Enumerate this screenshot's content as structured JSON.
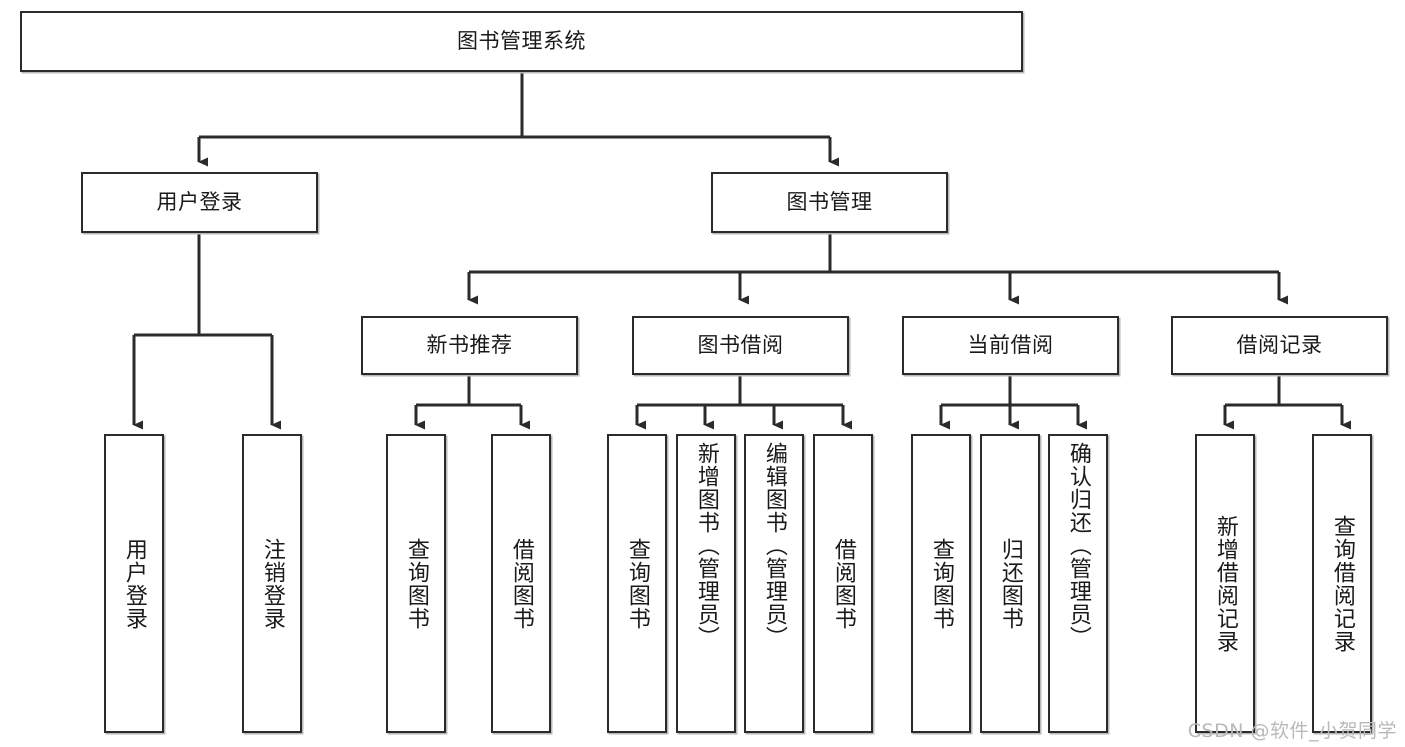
{
  "diagram": {
    "title": "图书管理系统",
    "type": "tree-hierarchy",
    "root": {
      "label": "图书管理系统"
    },
    "level2": [
      {
        "label": "用户登录"
      },
      {
        "label": "图书管理"
      }
    ],
    "level3": [
      {
        "label": "新书推荐"
      },
      {
        "label": "图书借阅"
      },
      {
        "label": "当前借阅"
      },
      {
        "label": "借阅记录"
      }
    ],
    "leaves": {
      "user_login": [
        {
          "label": "用户登录"
        },
        {
          "label": "注销登录"
        }
      ],
      "new_book_recommend": [
        {
          "label": "查询图书"
        },
        {
          "label": "借阅图书"
        }
      ],
      "book_borrow": [
        {
          "label": "查询图书"
        },
        {
          "label": "新增图书（管理员）"
        },
        {
          "label": "编辑图书（管理员）"
        },
        {
          "label": "借阅图书"
        }
      ],
      "current_borrow": [
        {
          "label": "查询图书"
        },
        {
          "label": "归还图书"
        },
        {
          "label": "确认归还（管理员）"
        }
      ],
      "borrow_record": [
        {
          "label": "新增借阅记录"
        },
        {
          "label": "查询借阅记录"
        }
      ]
    },
    "watermark": "CSDN @软件_小贺同学",
    "colors": {
      "stroke": "#2b2b2b",
      "fill": "#ffffff",
      "text": "#1a1a1a",
      "shadow": "#b8b8b8",
      "watermark": "#b9b9b9"
    }
  }
}
